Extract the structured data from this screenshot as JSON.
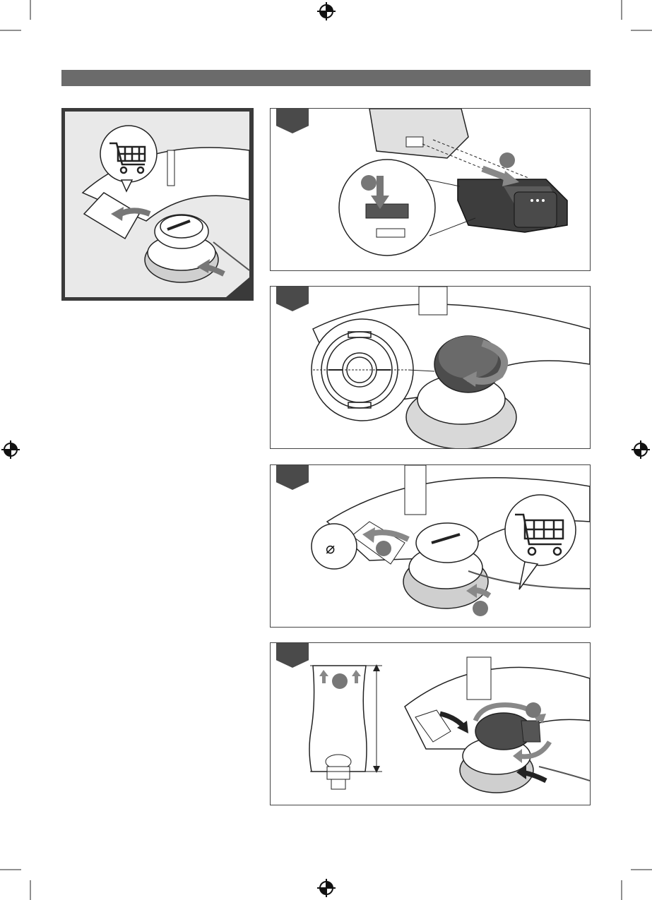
{
  "page": {
    "header_band_color": "#6b6b6b",
    "accent_dark": "#4a4a4a",
    "step_tab_color": "#4a4a4a"
  },
  "figures": [
    {
      "id": "overview",
      "icons": [
        "shopping-cart-icon",
        "rotate-arrow-icon"
      ]
    },
    {
      "id": "step-1",
      "icons": [
        "battery-icon",
        "press-arrow-icon"
      ]
    },
    {
      "id": "step-2",
      "icons": [
        "spool-cap-icon",
        "rotate-arrow-icon"
      ]
    },
    {
      "id": "step-3",
      "callout_symbol": "⌀",
      "icons": [
        "shopping-cart-icon"
      ]
    },
    {
      "id": "step-4",
      "icons": [
        "spool-icon",
        "rotate-arrow-icon"
      ]
    }
  ]
}
